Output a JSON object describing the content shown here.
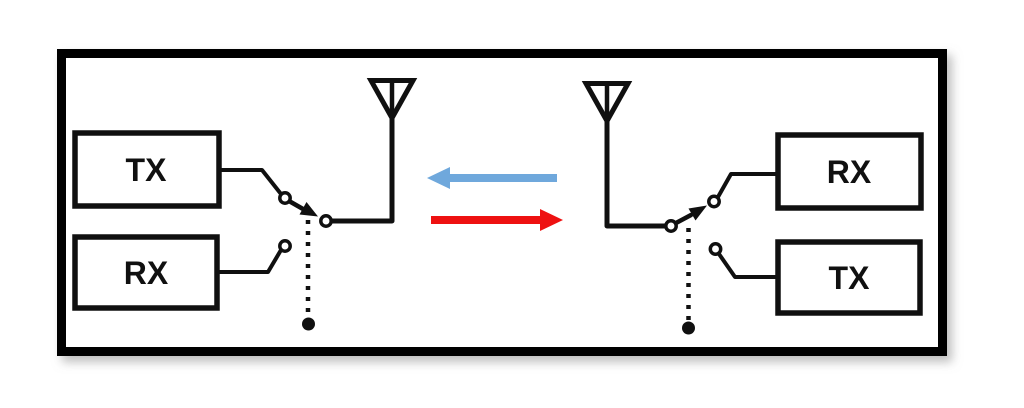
{
  "colors": {
    "background": "#ffffff",
    "frame": "#000000",
    "line": "#101010",
    "arrow_left": "#6fa8dc",
    "arrow_right": "#ee1111"
  },
  "left_station": {
    "top_box_label": "TX",
    "bottom_box_label": "RX"
  },
  "right_station": {
    "top_box_label": "RX",
    "bottom_box_label": "TX"
  },
  "arrows": {
    "top": {
      "direction": "left"
    },
    "bottom": {
      "direction": "right"
    }
  },
  "icons": {
    "left_antenna": "antenna-icon",
    "right_antenna": "antenna-icon",
    "left_switch": "spdt-switch-icon",
    "right_switch": "spdt-switch-icon"
  }
}
